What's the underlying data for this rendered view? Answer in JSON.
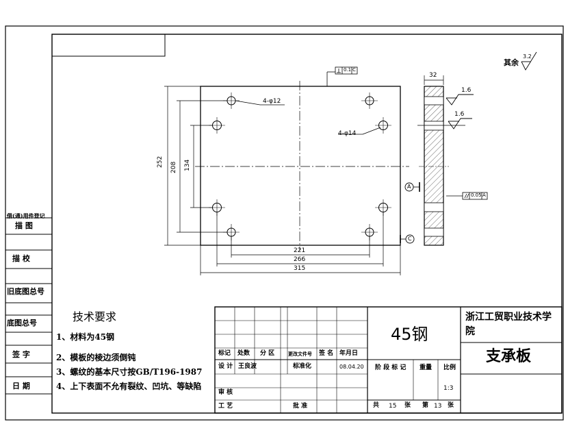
{
  "margin_labels": [
    "借(通)用件登记",
    "描 图",
    "描 校",
    "旧底图总号",
    "底图总号",
    "签 字",
    "日 期"
  ],
  "tech": {
    "heading": "技术要求",
    "items": [
      "1、材料为45钢",
      "2、模板的棱边须倒钝",
      "3、螺纹的基本尺寸按GB/T196-1987",
      "4、上下表面不允有裂纹、凹坑、等缺陷"
    ]
  },
  "roughness": {
    "remaining_label": "其余",
    "remaining_value": "3.2",
    "side_values": [
      "1.6",
      "1.6"
    ]
  },
  "callouts": {
    "holes_12": "4-φ12",
    "holes_14": "4-φ14"
  },
  "tolerance": {
    "perpendicularity": "0.1",
    "perp_datum": "C",
    "parallelism": "0.05",
    "par_datum": "A",
    "datum_a": "A",
    "datum_c": "C"
  },
  "dimensions": {
    "thickness": "32",
    "height_total": "252",
    "height_holes_outer": "208",
    "height_holes_inner": "134",
    "width_holes_inner": "221",
    "width_holes_outer": "266",
    "width_total": "315"
  },
  "title_block": {
    "material": "45钢",
    "school": "浙江工贸职业技术学院",
    "part_name": "支承板",
    "header_row": [
      "标记",
      "处数",
      "分 区",
      "更改文件号",
      "签 名",
      "年月日"
    ],
    "designer_label": "设 计",
    "designer": "王良波",
    "standardize_label": "标准化",
    "date": "08.04.20",
    "audit_label": "审 核",
    "craft_label": "工 艺",
    "approve_label": "批 准",
    "stage_label": "阶 段 标 记",
    "weight_label": "重量",
    "scale_label": "比例",
    "scale": "1:3",
    "total_label": "共",
    "total_sheets": "15",
    "sheets_label": "张",
    "sheet_label": "第",
    "sheet_no": "13"
  }
}
